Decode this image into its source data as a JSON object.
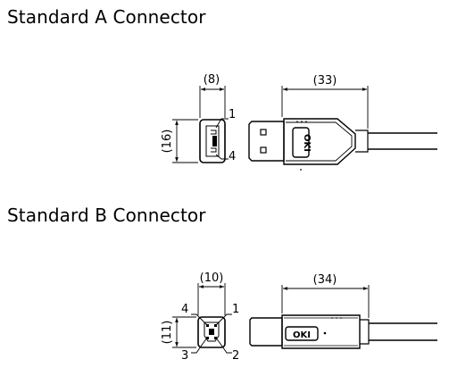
{
  "sections": [
    {
      "title": "Standard A Connector",
      "face_width_dim": "(8)",
      "face_height_dim": "(16)",
      "cable_length_dim": "(33)",
      "pin_labels": [
        "1",
        "4"
      ],
      "logo_text": "OKI"
    },
    {
      "title": "Standard B Connector",
      "face_width_dim": "(10)",
      "face_height_dim": "(11)",
      "cable_length_dim": "(34)",
      "pin_labels": [
        "4",
        "1",
        "3",
        "2"
      ],
      "logo_text": "OKI"
    }
  ]
}
